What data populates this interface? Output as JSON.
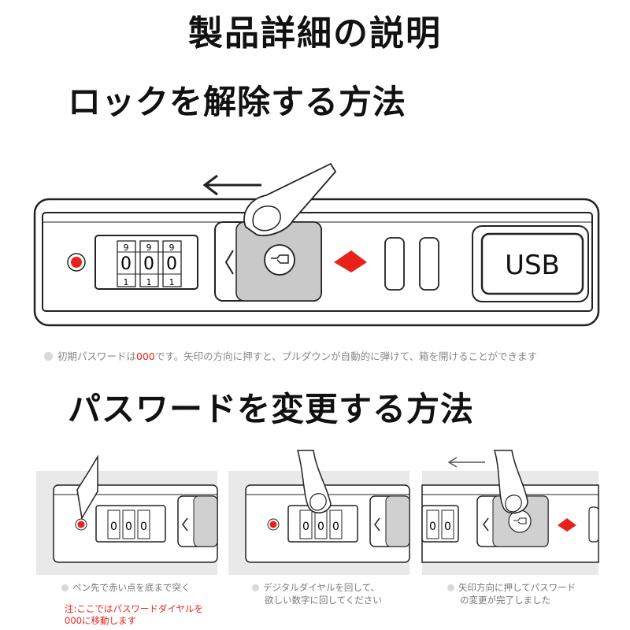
{
  "header": {
    "title": "製品詳細の説明"
  },
  "unlock": {
    "heading": "ロックを解除する方法",
    "usb_label": "USB",
    "digits_top": [
      "9",
      "9",
      "9"
    ],
    "digits_mid": [
      "0",
      "0",
      "0"
    ],
    "digits_bot": [
      "1",
      "1",
      "1"
    ],
    "note_before": "初期パスワードは",
    "note_code": "000",
    "note_after": "です。矢印の方向に押すと、プルダウンが自動的に弾けて、箱を開けることができます"
  },
  "change": {
    "heading": "パスワードを変更する方法",
    "step1_note": "ペン先で赤い点を底まで突く",
    "step1_warn_line1": "注:ここではパスワードダイヤルを",
    "step1_warn_line2": "000に移動します",
    "step2_note_line1": "デジタルダイヤルを回して、",
    "step2_note_line2": "欲しい数字に回してください",
    "step3_note_line1": "矢印方向に押してパスワード",
    "step3_note_line2": "の変更が完了しました"
  },
  "colors": {
    "accent": "#e8221b",
    "note": "#888888",
    "panel": "#e9e9e9"
  }
}
